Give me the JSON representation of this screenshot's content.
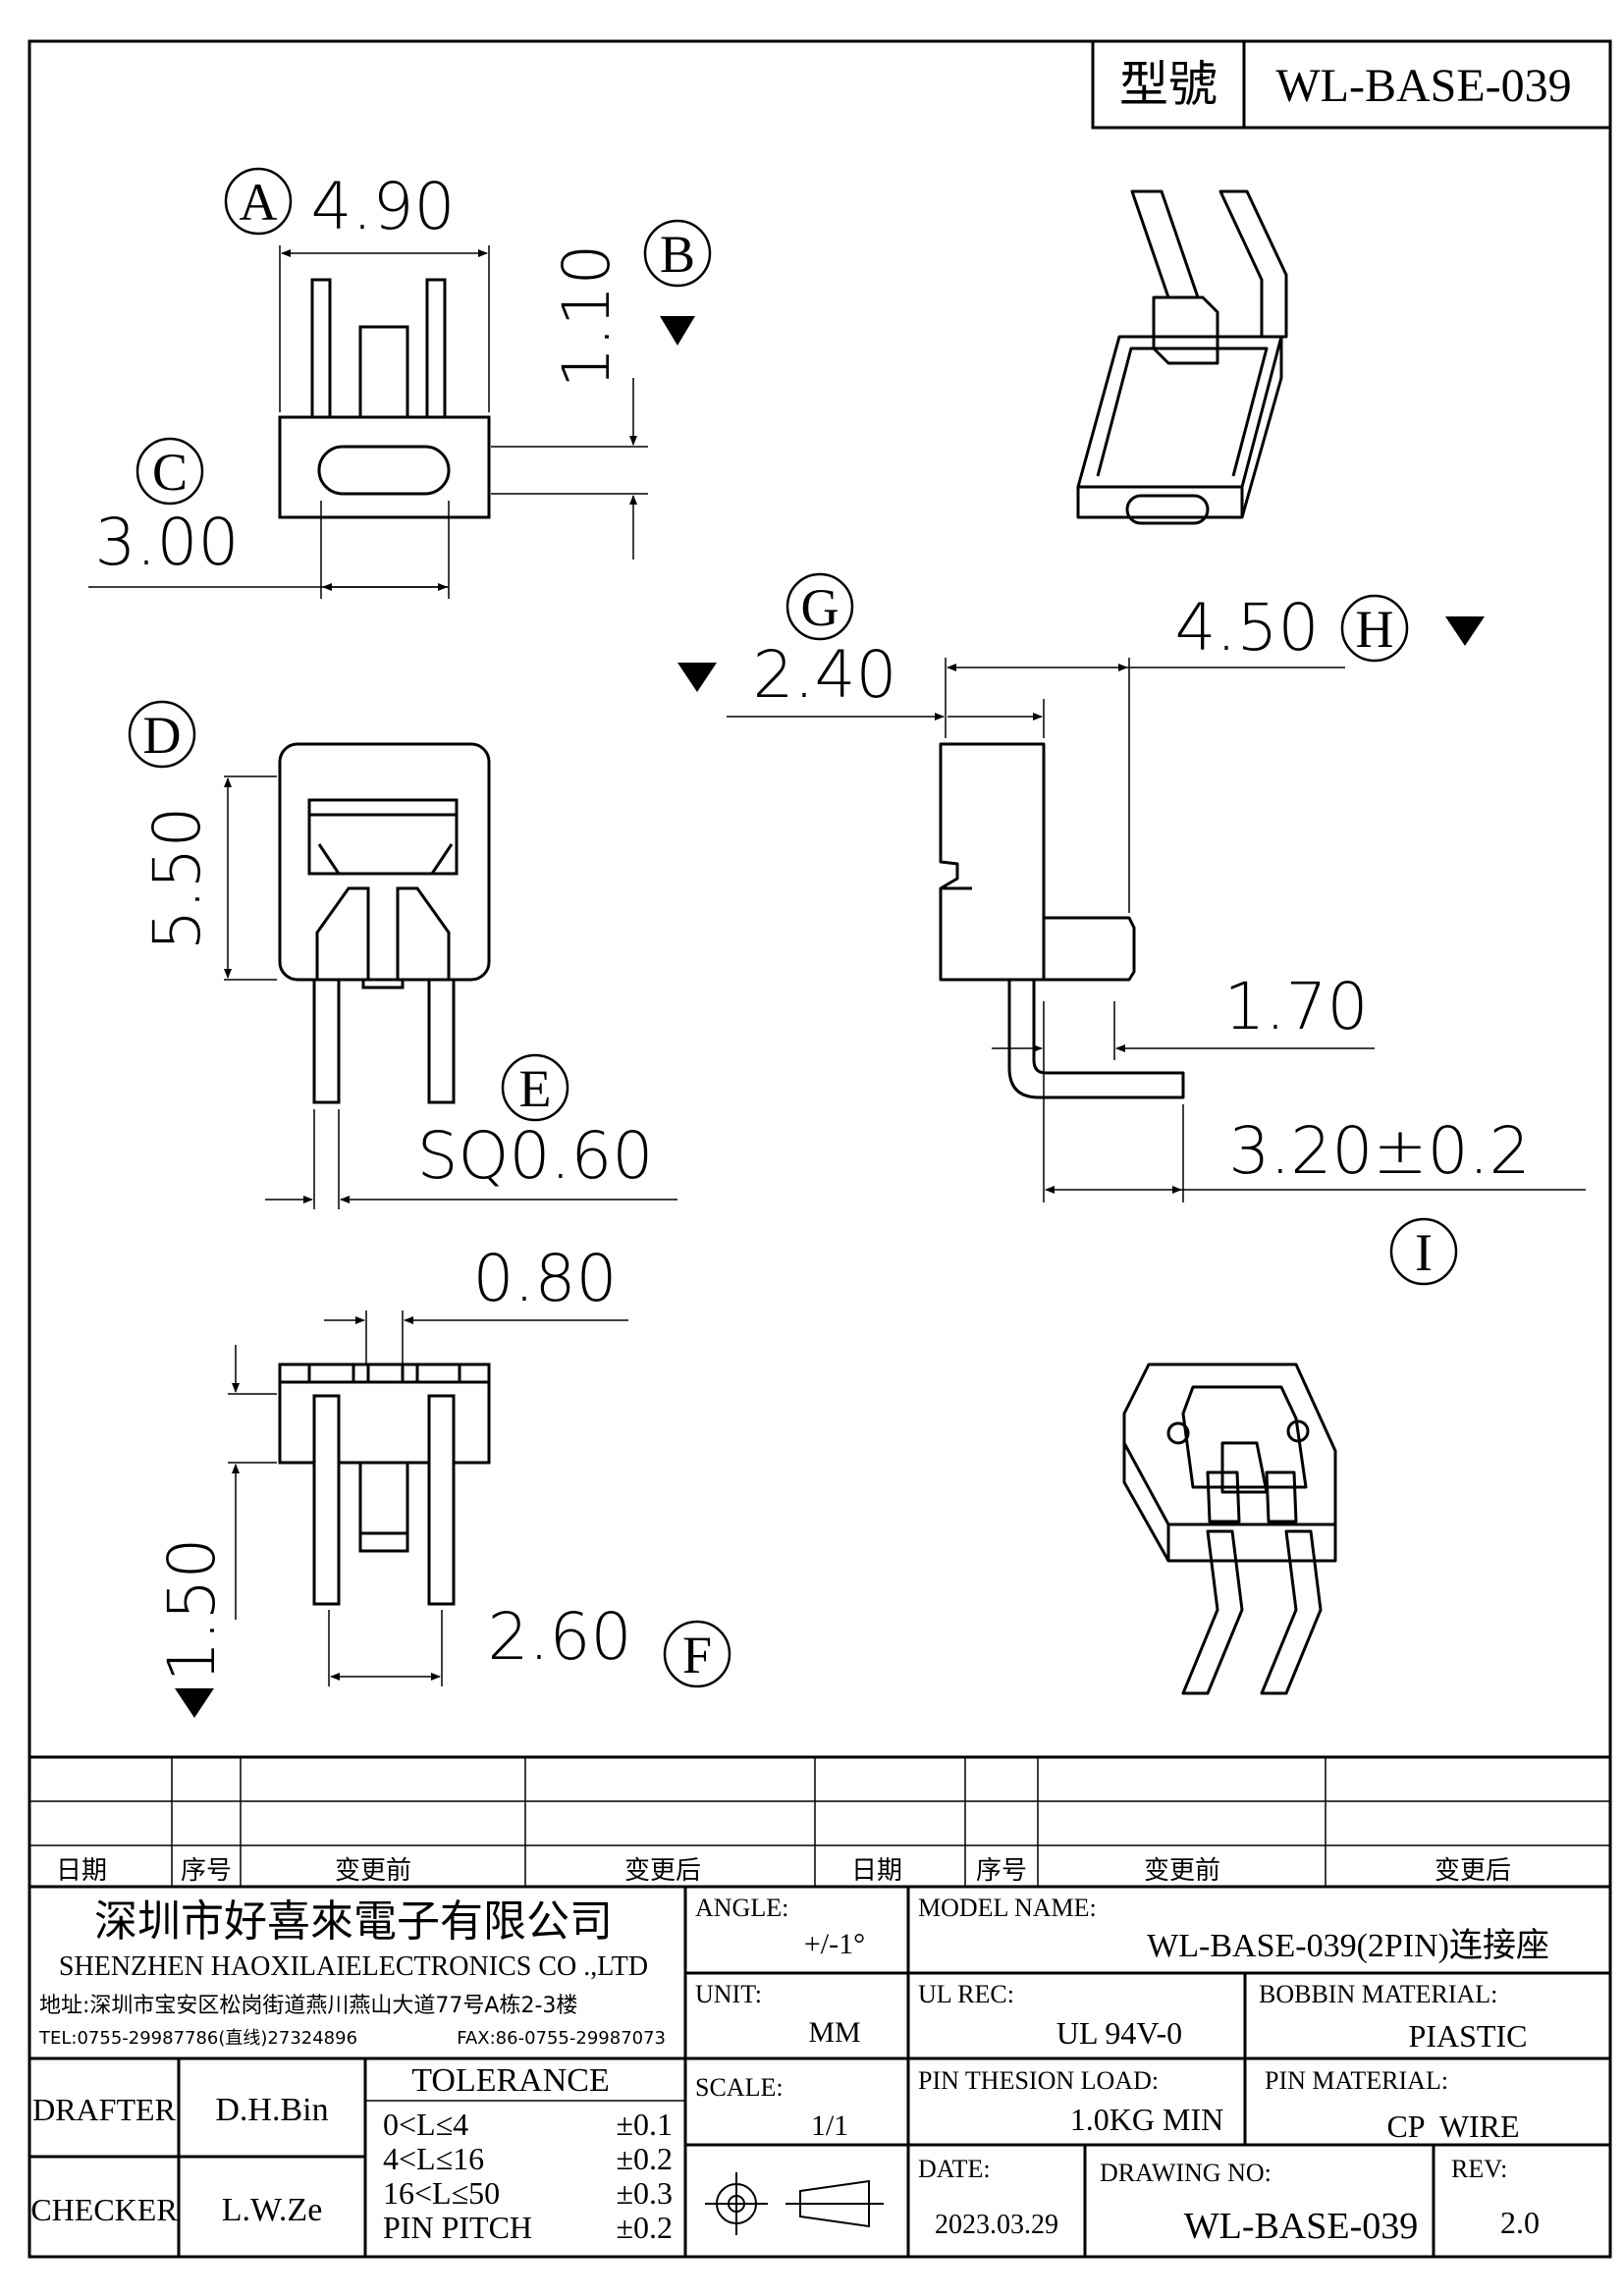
{
  "title_block": {
    "model_label": "型號",
    "model_value": "WL-BASE-039"
  },
  "dimensions": {
    "a": {
      "marker": "A",
      "value": "4.90"
    },
    "b": {
      "marker": "B",
      "value": "1.10"
    },
    "c": {
      "marker": "C",
      "value": "3.00"
    },
    "d": {
      "marker": "D",
      "value": "5.50"
    },
    "e": {
      "marker": "E",
      "value": "SQ0.60"
    },
    "f": {
      "marker": "F",
      "value": "2.60"
    },
    "g": {
      "marker": "G",
      "value": "2.40"
    },
    "h": {
      "marker": "H",
      "value": "4.50"
    },
    "i": {
      "marker": "I"
    },
    "pin_gap": {
      "value": "0.80"
    },
    "height_150": {
      "value": "1.50"
    },
    "offset_170": {
      "value": "1.70"
    },
    "length_320": {
      "value": "3.20±0.2"
    }
  },
  "revision_table": {
    "headers": [
      "日期",
      "序号",
      "变更前",
      "变更后",
      "日期",
      "序号",
      "变更前",
      "变更后"
    ]
  },
  "company": {
    "name_cn": "深圳市好喜來電子有限公司",
    "name_en": "SHENZHEN HAOXILAIELECTRONICS CO .,LTD",
    "address": "地址:深圳市宝安区松岗街道燕川燕山大道77号A栋2-3楼",
    "tel": "TEL:0755-29987786(直线)27324896",
    "fax": "FAX:86-0755-29987073"
  },
  "spec": {
    "angle_label": "ANGLE:",
    "angle_value": "+/-1°",
    "unit_label": "UNIT:",
    "unit_value": "MM",
    "scale_label": "SCALE:",
    "scale_value": "1/1",
    "model_name_label": "MODEL NAME:",
    "model_name_value": "WL-BASE-039(2PIN)连接座",
    "ul_label": "UL REC:",
    "ul_value": "UL 94V-0",
    "bobbin_label": "BOBBIN MATERIAL:",
    "bobbin_value": "PIASTIC",
    "load_label": "PIN THESION LOAD:",
    "load_value": "1.0KG MIN",
    "pin_material_label": "PIN MATERIAL:",
    "pin_material_value": "CP  WIRE",
    "date_label": "DATE:",
    "date_value": "2023.03.29",
    "drawing_no_label": "DRAWING NO:",
    "drawing_no_value": "WL-BASE-039",
    "rev_label": "REV:",
    "rev_value": "2.0"
  },
  "people": {
    "drafter_label": "DRAFTER",
    "drafter_value": "D.H.Bin",
    "checker_label": "CHECKER",
    "checker_value": "L.W.Ze"
  },
  "tolerance": {
    "title": "TOLERANCE",
    "rows": [
      {
        "range": "0<L≤4",
        "tol": "±0.1"
      },
      {
        "range": "4<L≤16",
        "tol": "±0.2"
      },
      {
        "range": "16<L≤50",
        "tol": "±0.3"
      },
      {
        "range": "PIN PITCH",
        "tol": "±0.2"
      }
    ]
  }
}
